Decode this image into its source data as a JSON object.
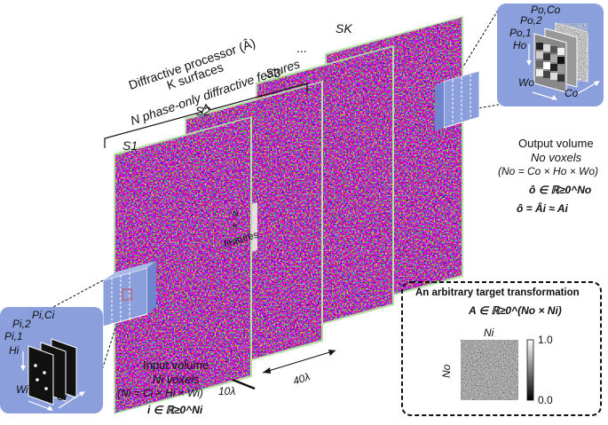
{
  "processor": {
    "line1": "Diffractive processor (Â)",
    "line2": "K surfaces",
    "line3": "N phase-only diffractive features"
  },
  "surfaces": {
    "s1": "S1",
    "s2": "S2",
    "s3": "S3",
    "sk": "SK",
    "dots": "..."
  },
  "features_label": {
    "n": "N",
    "k": "K",
    "word": "features"
  },
  "input": {
    "title": "Input volume",
    "voxels": "Ni voxels",
    "eq": "(Ni = Ci × Hi × Wi)",
    "space": "i ∈ ℝ≥0^Ni",
    "panel_labels": {
      "p1": "Pi,1",
      "p2": "Pi,2",
      "pc": "Pi,Ci",
      "h": "Hi",
      "w": "Wi",
      "c": "Ci"
    }
  },
  "output": {
    "title": "Output volume",
    "voxels": "No voxels",
    "eq": "(No = Co × Ho × Wo)",
    "space": "ô ∈ ℝ≥0^No",
    "approx": "ô = Âi ≈ Ai",
    "panel_labels": {
      "p1": "Po,1",
      "p2": "Po,2",
      "pc": "Po,Co",
      "h": "Ho",
      "w": "Wo",
      "c": "Co"
    }
  },
  "target": {
    "title": "An arbitrary target transformation",
    "eq": "A ∈ ℝ≥0^(No × Ni)",
    "col_label": "Ni",
    "row_label": "No",
    "cbar_max": "1.0",
    "cbar_min": "0.0"
  },
  "dims": {
    "spacing": "10λ",
    "size": "40λ"
  },
  "colors": {
    "panel": "#8a9fdc",
    "frame": "#b7e0a8"
  }
}
